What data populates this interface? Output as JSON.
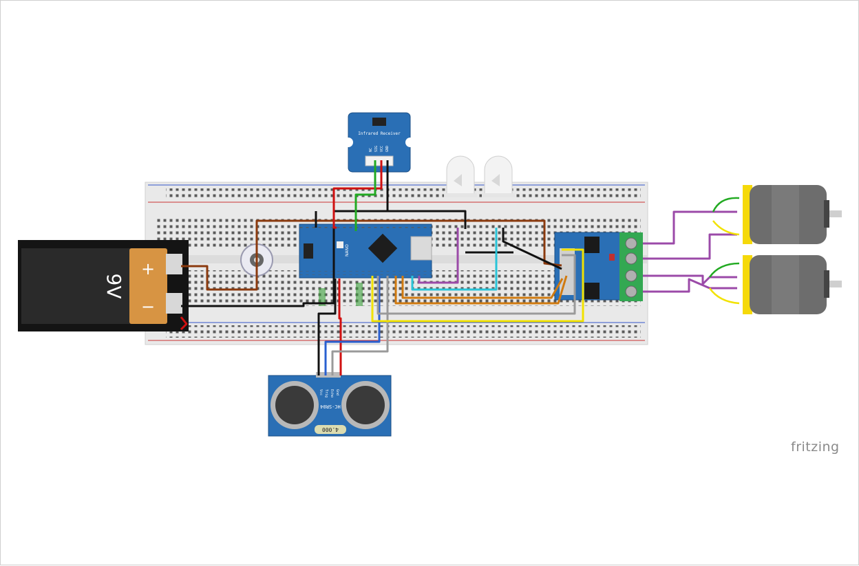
{
  "app": {
    "watermark": "fritzing"
  },
  "battery": {
    "voltage_label": "9V",
    "plus_label": "+",
    "minus_label": "−"
  },
  "ir_receiver": {
    "title": "Infrared Receiver",
    "pins": [
      "NC",
      "SIG",
      "VCC",
      "GND"
    ]
  },
  "ultrasonic": {
    "model": "HC-SR04",
    "pins": [
      "Vcc",
      "Trig",
      "Echo",
      "Gnd"
    ],
    "crystal": "4.000"
  },
  "arduino": {
    "label": "NANO"
  },
  "colors": {
    "breadboard": "#e8e8e8",
    "board_blue": "#2a6fb5",
    "wire_brown": "#8b3a0e",
    "wire_red": "#d01010",
    "wire_black": "#111111",
    "wire_green": "#22aa22",
    "wire_yellow": "#f2e200",
    "wire_purple": "#9b4aa8",
    "wire_cyan": "#29c4d8",
    "wire_orange": "#d07a10",
    "wire_gray": "#9a9a9a",
    "wire_blue": "#2a60d0",
    "motor_gray": "#6d6d6d",
    "motor_yellow": "#f5d90a"
  }
}
